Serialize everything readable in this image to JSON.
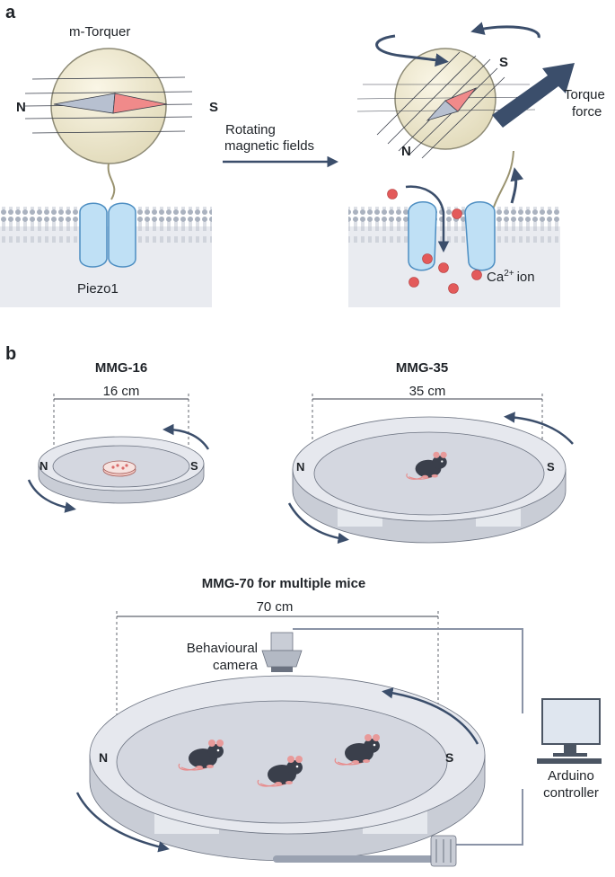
{
  "panel_a": {
    "letter": "a",
    "torquer_label": "m-Torquer",
    "pole_n_left": "N",
    "pole_s_left": "S",
    "pole_n_right": "N",
    "pole_s_right": "S",
    "arrow_line1": "Rotating",
    "arrow_line2": "magnetic fields",
    "torque_line1": "Torque",
    "torque_line2": "force",
    "piezo_label": "Piezo1",
    "ca_prefix": "Ca",
    "ca_sup": "2+",
    "ca_suffix": "ion"
  },
  "panel_b": {
    "letter": "b",
    "mmg16": {
      "title": "MMG-16",
      "dimension": "16 cm",
      "pole_n": "N",
      "pole_s": "S"
    },
    "mmg35": {
      "title": "MMG-35",
      "dimension": "35 cm",
      "pole_n": "N",
      "pole_s": "S"
    },
    "mmg70": {
      "title": "MMG-70 for multiple mice",
      "dimension": "70 cm",
      "pole_n": "N",
      "pole_s": "S",
      "camera_line1": "Behavioural",
      "camera_line2": "camera",
      "controller_line1": "Arduino",
      "controller_line2": "controller"
    }
  },
  "colors": {
    "navy_arrow": "#3b4e6b",
    "channel_blue": "#bfe0f5",
    "sphere": "#efe9d2",
    "magnet_red": "#f08a8a",
    "ion_red": "#e35a5a",
    "ring_grey": "#c9cdd6"
  }
}
